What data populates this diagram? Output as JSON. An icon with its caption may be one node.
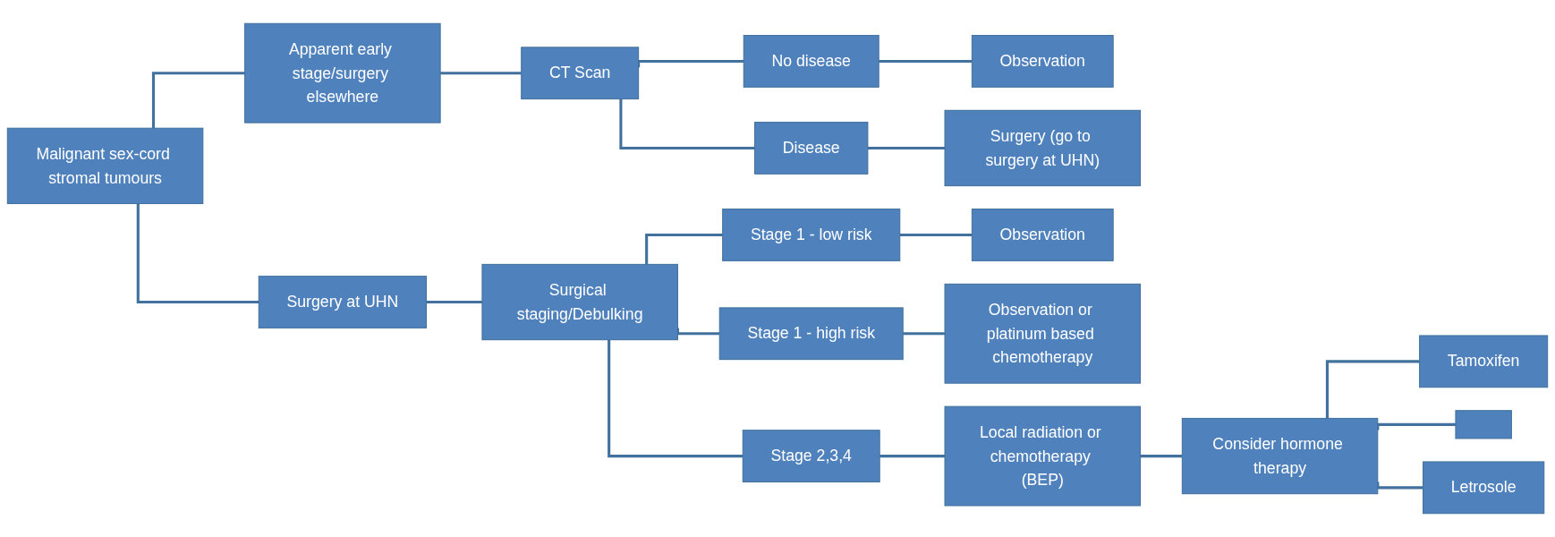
{
  "diagram": {
    "nodes": [
      {
        "text": [
          "Malignant sex-cord stromal tumours"
        ]
      },
      {
        "text": [
          "Apparent early stage/surgery elsewhere"
        ]
      },
      {
        "text": [
          "Surgery at UHN"
        ]
      },
      {
        "text": [
          "CT Scan"
        ]
      },
      {
        "text": [
          "Surgical staging/Debulking"
        ]
      },
      {
        "text": [
          "No disease"
        ]
      },
      {
        "text": [
          "Disease"
        ]
      },
      {
        "text": [
          "Stage 1 - low risk"
        ]
      },
      {
        "text": [
          "Stage 1 - high risk"
        ]
      },
      {
        "text": [
          "Stage 2,3,4"
        ]
      },
      {
        "text": [
          "Observation"
        ]
      },
      {
        "text": [
          "Surgery (go to surgery at UHN)"
        ]
      },
      {
        "text": [
          "Observation"
        ]
      },
      {
        "text": [
          "Observation or platinum based chemotherapy"
        ]
      },
      {
        "text": [
          "Local radiation or chemotherapy (BEP)"
        ]
      },
      {
        "text": [
          "Consider hormone therapy"
        ]
      },
      {
        "text": [
          "Tamoxifen"
        ]
      },
      {
        "text": [],
        "shape": "box"
      },
      {
        "text": [
          "Letrosole"
        ]
      }
    ],
    "edges": [
      {
        "from": 0,
        "to": 1,
        "arrow": "none"
      },
      {
        "from": 0,
        "to": 2,
        "arrow": "none"
      },
      {
        "from": 1,
        "to": 3,
        "arrow": "none"
      },
      {
        "from": 2,
        "to": 4,
        "arrow": "none"
      },
      {
        "from": 3,
        "to": 5,
        "arrow": "none"
      },
      {
        "from": 3,
        "to": 6,
        "arrow": "none"
      },
      {
        "from": 4,
        "to": 7,
        "arrow": "none"
      },
      {
        "from": 4,
        "to": 8,
        "arrow": "none"
      },
      {
        "from": 4,
        "to": 9,
        "arrow": "none"
      },
      {
        "from": 5,
        "to": 10,
        "arrow": "none"
      },
      {
        "from": 6,
        "to": 11,
        "arrow": "none"
      },
      {
        "from": 7,
        "to": 12,
        "arrow": "none"
      },
      {
        "from": 8,
        "to": 13,
        "arrow": "none"
      },
      {
        "from": 9,
        "to": 14,
        "arrow": "none"
      },
      {
        "from": 14,
        "to": 15,
        "arrow": "none"
      },
      {
        "from": 15,
        "to": 16,
        "arrow": "none"
      },
      {
        "from": 15,
        "to": 17,
        "arrow": "none"
      },
      {
        "from": 15,
        "to": 18,
        "arrow": "none"
      }
    ]
  }
}
